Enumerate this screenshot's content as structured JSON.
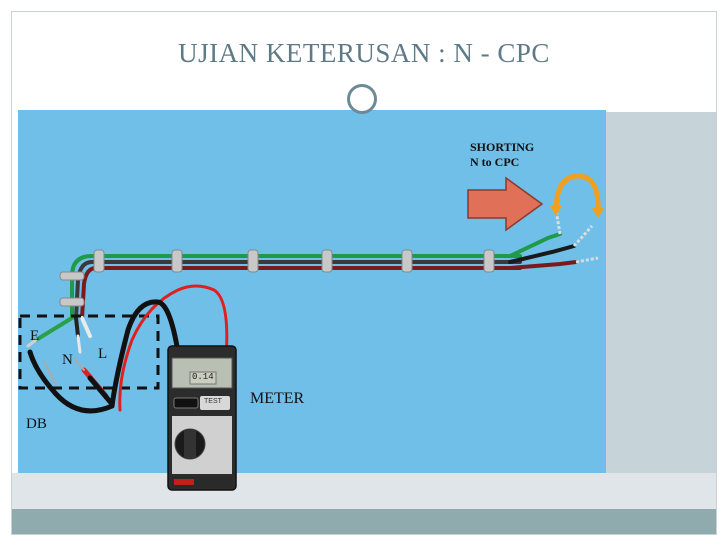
{
  "slide": {
    "title": "UJIAN KETERUSAN : N - CPC"
  },
  "diagram": {
    "annotation_line1": "SHORTING",
    "annotation_line2": "N to CPC",
    "meter_label": "METER",
    "db_label": "DB",
    "terminal_e": "E",
    "terminal_n": "N",
    "terminal_l": "L",
    "meter_display": "0.14",
    "meter_test_button": "TEST"
  },
  "colors": {
    "diagram_bg": "#6fbfe9",
    "arrow_fill": "#e07058",
    "shorting_link": "#f0a020",
    "probe_red": "#e0201e",
    "probe_black": "#111111",
    "title_color": "#5f7a87"
  }
}
